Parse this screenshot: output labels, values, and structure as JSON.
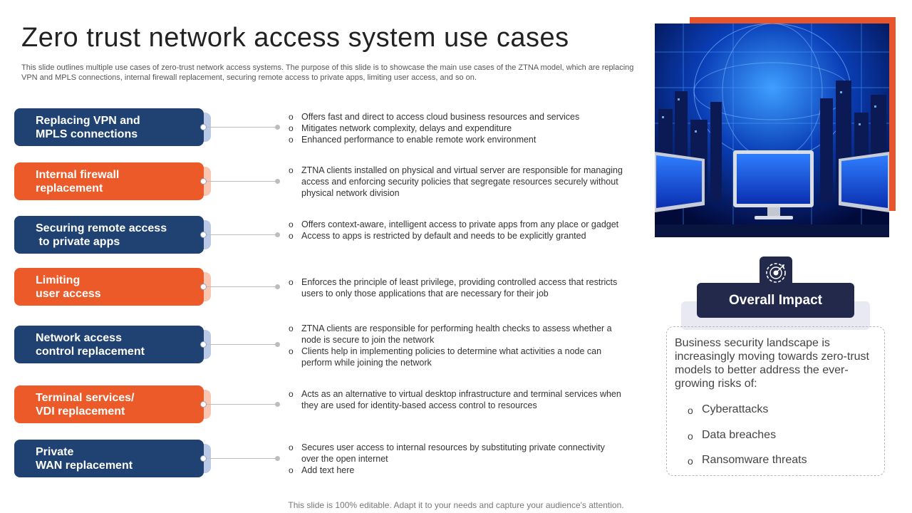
{
  "title": "Zero trust network access system use cases",
  "subtitle": "This slide outlines multiple use cases of zero-trust network access systems. The purpose of this slide is to showcase the main use cases of the ZTNA model, which are replacing VPN and MPLS connections, internal firewall replacement, securing remote access to private apps, limiting user access, and so on.",
  "colors": {
    "navy": "#1f4272",
    "orange": "#ed5a2a",
    "dark": "#22294a"
  },
  "use_cases": [
    {
      "label": "Replacing VPN and\nMPLS connections",
      "color": "blue",
      "bullets": [
        "Offers fast and direct to access cloud business resources and services",
        "Mitigates network complexity, delays and expenditure",
        "Enhanced performance to enable remote work environment"
      ]
    },
    {
      "label": "Internal firewall\nreplacement",
      "color": "orange",
      "bullets": [
        "ZTNA clients installed on physical and virtual server are responsible for managing access and enforcing security policies that segregate resources securely without physical network division"
      ]
    },
    {
      "label": "Securing remote access\n to private apps",
      "color": "blue",
      "bullets": [
        "Offers context-aware, intelligent access to private apps from any place or gadget",
        "Access to apps is restricted by default and needs to be explicitly granted"
      ]
    },
    {
      "label": "Limiting\nuser access",
      "color": "orange",
      "bullets": [
        "Enforces the principle of least privilege, providing controlled access that restricts users to only those applications that are necessary for their job"
      ]
    },
    {
      "label": "Network access\ncontrol replacement",
      "color": "blue",
      "bullets": [
        "ZTNA clients are responsible for performing health checks to assess whether a node is secure to join the network",
        "Clients help in implementing policies to determine what activities a node can perform while joining the network"
      ]
    },
    {
      "label": "Terminal services/\nVDI replacement",
      "color": "orange",
      "bullets": [
        "Acts as an alternative to virtual desktop infrastructure and terminal services when they are used for identity-based access control to resources"
      ]
    },
    {
      "label": "Private\nWAN replacement",
      "color": "blue",
      "bullets": [
        "Secures user access to internal resources by substituting private connectivity over the open internet",
        "Add text here"
      ]
    }
  ],
  "impact": {
    "title": "Overall Impact",
    "icon": "target-gear-icon",
    "text": "Business security landscape is increasingly moving towards zero-trust models to better address the ever-growing risks of:",
    "items": [
      "Cyberattacks",
      "Data breaches",
      "Ransomware threats"
    ]
  },
  "footer": "This slide is 100% editable. Adapt it to your needs and capture your audience's attention."
}
